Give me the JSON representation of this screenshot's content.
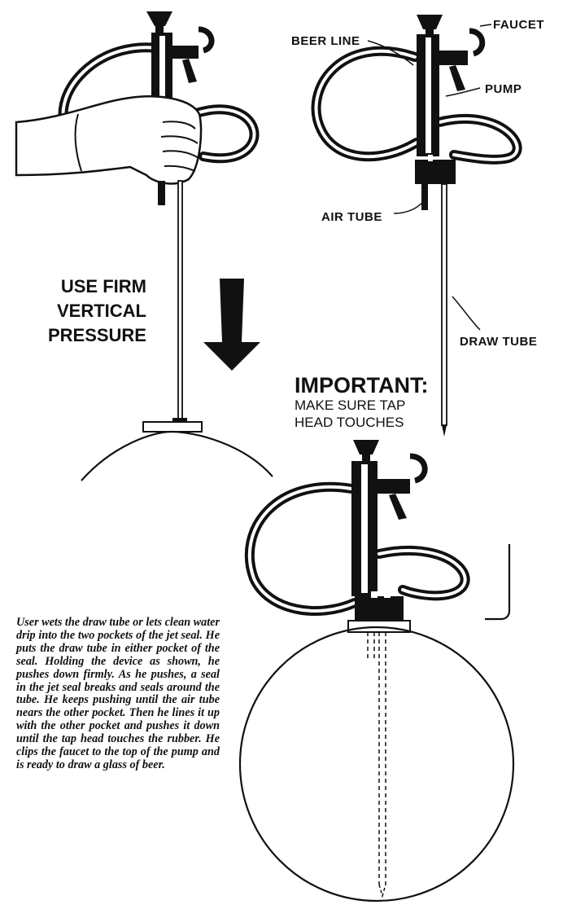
{
  "labels": {
    "faucet": "FAUCET",
    "beer_line": "BEER LINE",
    "pump": "PUMP",
    "air_tube": "AIR TUBE",
    "draw_tube": "DRAW TUBE"
  },
  "instruction": {
    "line1": "USE FIRM",
    "line2": "VERTICAL",
    "line3": "PRESSURE"
  },
  "important": {
    "title": "IMPORTANT:",
    "line1": "MAKE SURE TAP",
    "line2": "HEAD TOUCHES"
  },
  "caption": "User wets the draw tube or lets clean water drip into the two pockets of the jet seal. He puts the draw tube in either pocket of the seal. Holding the device as shown, he pushes down firmly. As he pushes, a seal in the jet seal breaks and seals around the tube. He keeps pushing until the air tube nears the other pocket. Then he lines it up with the other pocket and pushes it down until the tap head touches the rubber. He clips the faucet to the top of the pump and is ready to draw a glass of beer."
}
